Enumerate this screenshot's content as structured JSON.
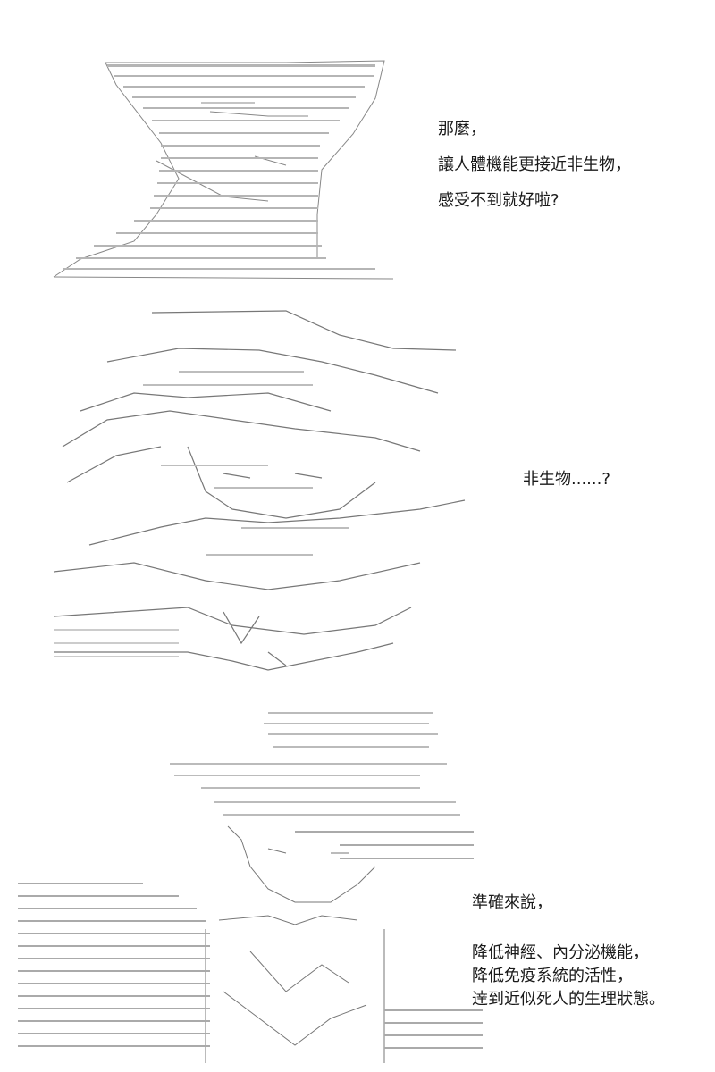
{
  "panel1": {
    "dialogue": [
      "那麼，",
      "讓人體機能更接近非生物，",
      "感受不到就好啦?"
    ]
  },
  "panel2": {
    "dialogue": [
      "非生物......?"
    ]
  },
  "panel3": {
    "dialogue": [
      "準確來說，",
      "降低神經、內分泌機能，",
      "降低免疫系統的活性，",
      "達到近似死人的生理狀態。"
    ]
  }
}
